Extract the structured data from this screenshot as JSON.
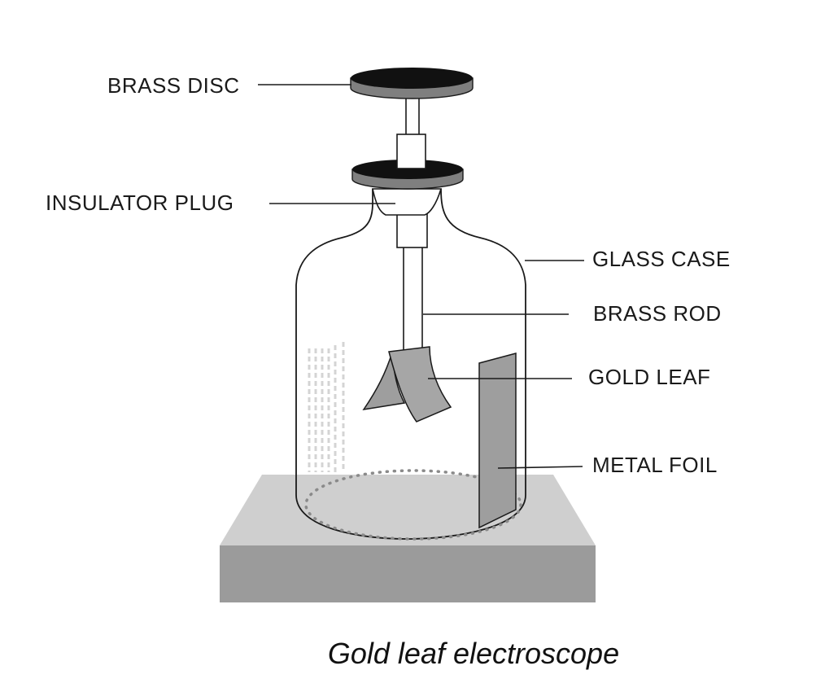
{
  "labels": {
    "brass_disc": "BRASS DISC",
    "insulator_plug": "INSULATOR PLUG",
    "glass_case": "GLASS CASE",
    "brass_rod": "BRASS ROD",
    "gold_leaf": "GOLD LEAF",
    "metal_foil": "METAL FOIL"
  },
  "caption": "Gold leaf electroscope",
  "colors": {
    "disc_top": "#111111",
    "disc_rim": "#7f7f7f",
    "outline": "#1a1a1a",
    "leaf": "#9e9e9e",
    "base_top": "#cfcfcf",
    "base_front": "#9b9b9b",
    "dotted_ring": "#8a8a8a",
    "glass_highlight": "#d4d4d4"
  }
}
